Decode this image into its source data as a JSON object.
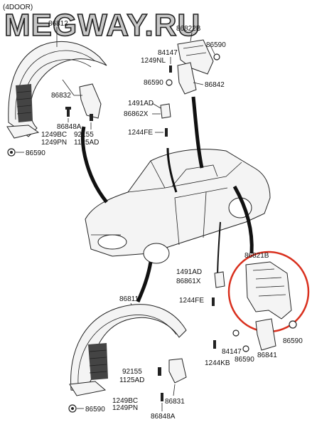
{
  "header": {
    "door_label": "(4DOOR)",
    "watermark": "MEGWAY.RU"
  },
  "callouts": {
    "p86812": "86812",
    "p86822B": "86822B",
    "p86590_a": "86590",
    "p84147_a": "84147",
    "p1249NL": "1249NL",
    "p86590_b": "86590",
    "p86842": "86842",
    "p86832": "86832",
    "p1491AD_a": "1491AD",
    "p86862X": "86862X",
    "p1244FE_a": "1244FE",
    "p86848A_a": "86848A",
    "p1249BC_a": "1249BC",
    "p92155_a": "92155",
    "p1249PN_a": "1249PN",
    "p1125AD_a": "1125AD",
    "p86590_c": "86590",
    "p86821B": "86821B",
    "p1491AD_b": "1491AD",
    "p86861X": "86861X",
    "p1244FE_b": "1244FE",
    "p86811": "86811",
    "p86590_d": "86590",
    "p84147_b": "84147",
    "p86841": "86841",
    "p1244KB": "1244KB",
    "p86590_e": "86590",
    "p92155_b": "92155",
    "p1125AD_b": "1125AD",
    "p1249BC_b": "1249BC",
    "p86831": "86831",
    "p1249PN_b": "1249PN",
    "p86590_f": "86590",
    "p86848A_b": "86848A"
  }
}
